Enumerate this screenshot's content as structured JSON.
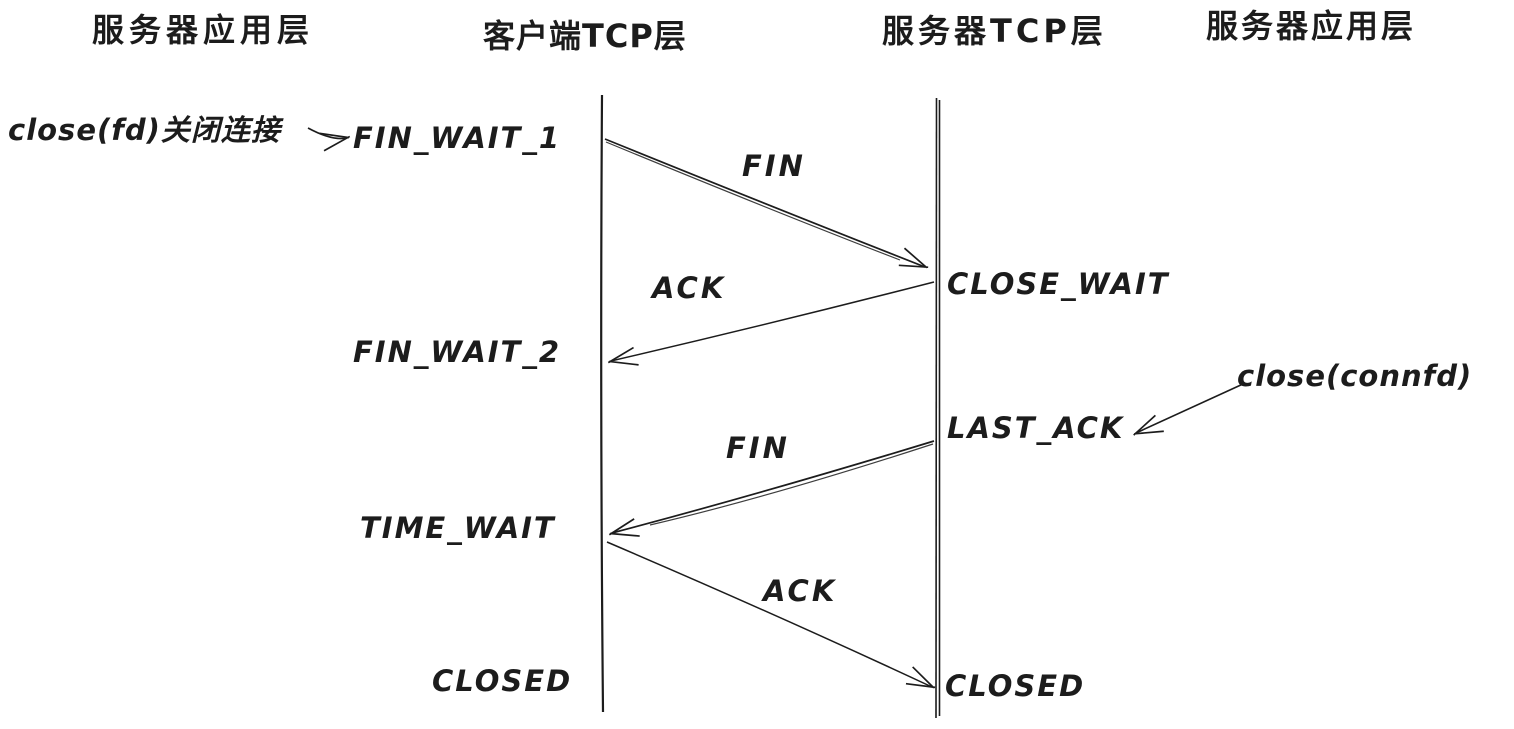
{
  "palette": {
    "ink": "#1c1c1c",
    "background": "#ffffff"
  },
  "headers": [
    {
      "label": "服务器应用层"
    },
    {
      "label": "客户端TCP层"
    },
    {
      "label": "服务器TCP层"
    },
    {
      "label": "服务器应用层"
    }
  ],
  "annotations": {
    "client_close": "close(fd)关闭连接",
    "server_close": "close(connfd)"
  },
  "states": {
    "fin_wait_1": "FIN_WAIT_1",
    "close_wait": "CLOSE_WAIT",
    "fin_wait_2": "FIN_WAIT_2",
    "last_ack": "LAST_ACK",
    "time_wait": "TIME_WAIT",
    "closed_client": "CLOSED",
    "closed_server": "CLOSED"
  },
  "messages": {
    "fin_1": "FIN",
    "ack_1": "ACK",
    "fin_2": "FIN",
    "ack_2": "ACK"
  }
}
